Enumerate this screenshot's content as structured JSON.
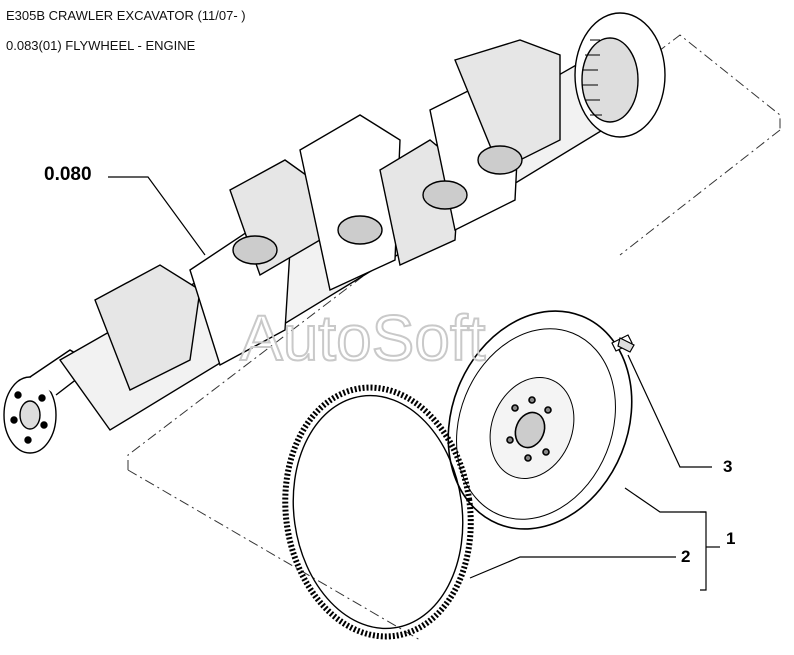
{
  "header": {
    "model": "E305B CRAWLER EXCAVATOR (11/07- )",
    "section": "0.083(01) FLYWHEEL - ENGINE"
  },
  "watermark": "AutoSoft",
  "callouts": {
    "crankshaft_ref": "0.080",
    "group": "1",
    "ring_gear": "2",
    "bolt": "3"
  }
}
